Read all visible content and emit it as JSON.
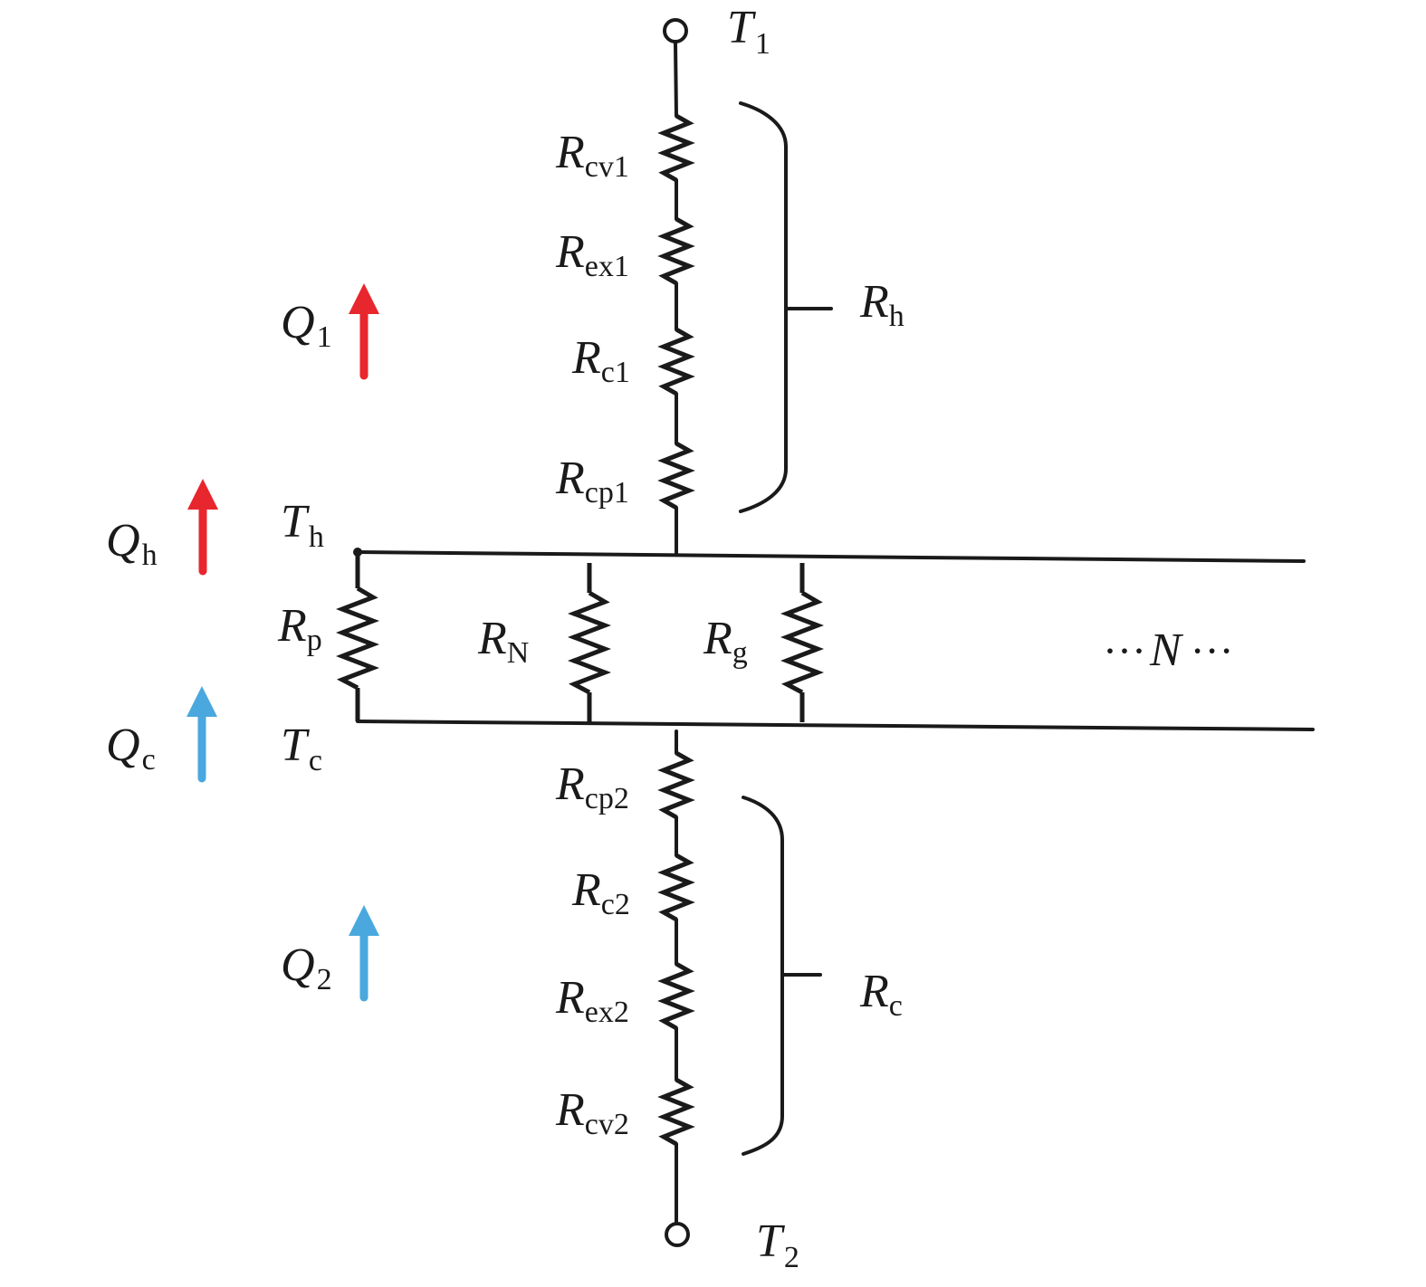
{
  "colors": {
    "hot_arrow": "#e8262d",
    "cold_arrow": "#4aa8de",
    "line": "#1a1a1a"
  },
  "terminals": {
    "t1": {
      "main": "T",
      "sub": "1"
    },
    "t2": {
      "main": "T",
      "sub": "2"
    }
  },
  "upper_chain": [
    {
      "main": "R",
      "sub": "cv1"
    },
    {
      "main": "R",
      "sub": "ex1"
    },
    {
      "main": "R",
      "sub": "c1"
    },
    {
      "main": "R",
      "sub": "cp1"
    }
  ],
  "lower_chain": [
    {
      "main": "R",
      "sub": "cp2"
    },
    {
      "main": "R",
      "sub": "c2"
    },
    {
      "main": "R",
      "sub": "ex2"
    },
    {
      "main": "R",
      "sub": "cv2"
    }
  ],
  "braces": {
    "upper": {
      "main": "R",
      "sub": "h"
    },
    "lower": {
      "main": "R",
      "sub": "c"
    }
  },
  "nodes": {
    "hot": {
      "main": "T",
      "sub": "h"
    },
    "cold": {
      "main": "T",
      "sub": "c"
    }
  },
  "parallel": [
    {
      "main": "R",
      "sub": "p"
    },
    {
      "main": "R",
      "sub": "N"
    },
    {
      "main": "R",
      "sub": "g"
    }
  ],
  "repeat": {
    "left_dots": "···",
    "symbol": "N",
    "right_dots": "···"
  },
  "heat_flows": {
    "q1": {
      "main": "Q",
      "sub": "1",
      "color": "hot_arrow"
    },
    "qh": {
      "main": "Q",
      "sub": "h",
      "color": "hot_arrow"
    },
    "qc": {
      "main": "Q",
      "sub": "c",
      "color": "cold_arrow"
    },
    "q2": {
      "main": "Q",
      "sub": "2",
      "color": "cold_arrow"
    }
  }
}
